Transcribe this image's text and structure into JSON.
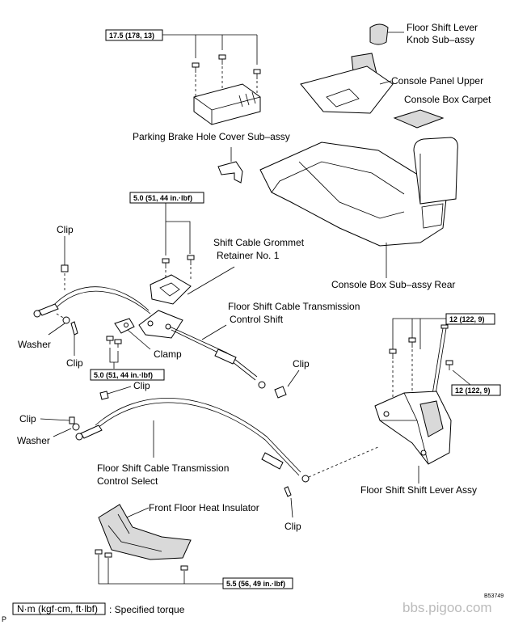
{
  "torque_specs": {
    "top": "17.5 (178, 13)",
    "retainer": "5.0 (51, 44 in.·lbf)",
    "clamp": "5.0 (51, 44 in.·lbf)",
    "shift_lever_a": "12 (122, 9)",
    "shift_lever_b": "12 (122, 9)",
    "heat_insulator": "5.5 (56, 49 in.·lbf)"
  },
  "labels": {
    "knob": [
      "Floor Shift Lever",
      "Knob Sub–assy"
    ],
    "console_panel_upper": "Console Panel Upper",
    "console_box_carpet": "Console Box Carpet",
    "parking_brake_hole_cover": "Parking Brake Hole Cover Sub–assy",
    "shift_cable_grommet": [
      "Shift Cable Grommet",
      "Retainer No. 1"
    ],
    "console_box_rear": "Console Box Sub–assy Rear",
    "cable_control_shift": [
      "Floor Shift Cable Transmission",
      "Control Shift"
    ],
    "clip_1": "Clip",
    "washer_1": "Washer",
    "clip_2": "Clip",
    "clamp": "Clamp",
    "clip_3": "Clip",
    "clip_4": "Clip",
    "clip_5": "Clip",
    "washer_2": "Washer",
    "cable_control_select": [
      "Floor Shift Cable Transmission",
      "Control Select"
    ],
    "shift_lever_assy": "Floor Shift Shift Lever Assy",
    "heat_insulator": "Front Floor Heat Insulator",
    "clip_6": "Clip"
  },
  "legend": {
    "unit": "N·m (kgf·cm, ft·lbf)",
    "meaning": ": Specified torque"
  },
  "footer": {
    "page_mark": "P",
    "code": "B53749",
    "watermark": "bbs.pigoo.com"
  }
}
